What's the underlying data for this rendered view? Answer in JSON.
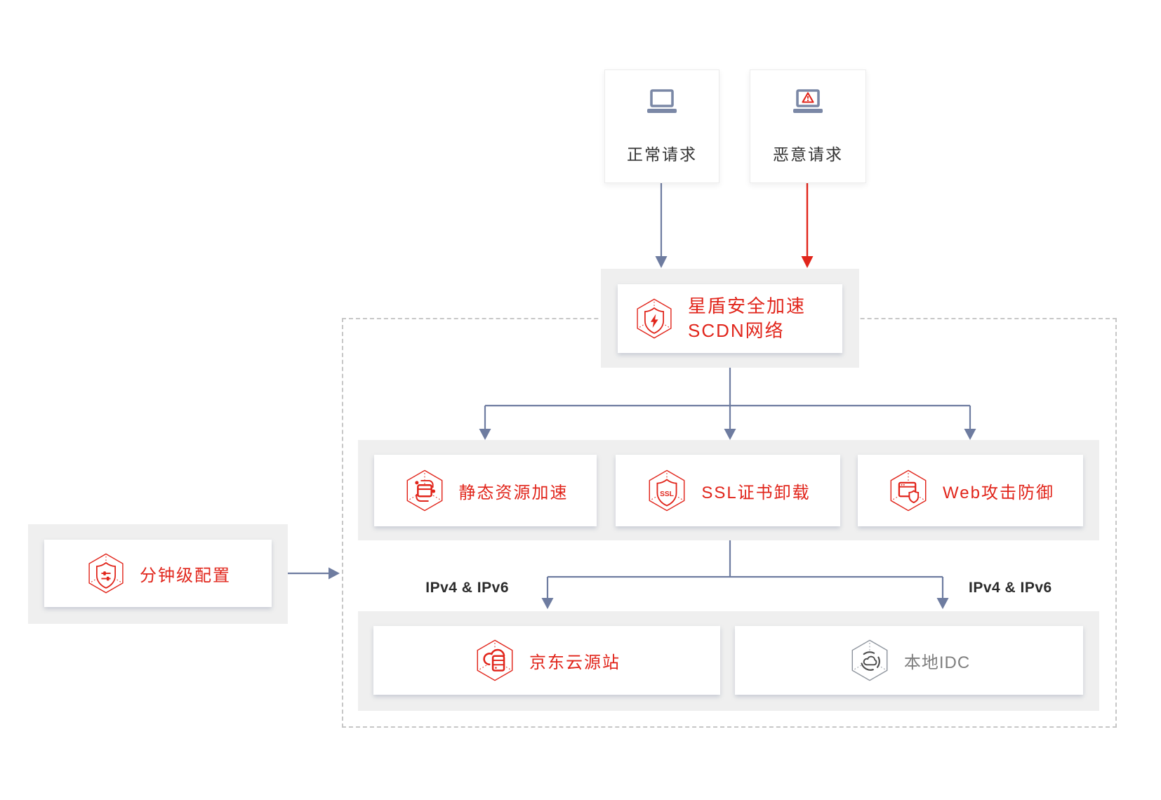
{
  "palette": {
    "accent_red": "#e1251b",
    "arrow_blue_gray": "#6e7ca0",
    "container_gray": "#efefef",
    "boundary_dash_gray": "#c7c7c7",
    "text_dark": "#333333",
    "text_gray": "#7f7f7f",
    "laptop_gray_blue": "#7b88a6"
  },
  "top_nodes": [
    {
      "id": "normal-request",
      "label": "正常请求",
      "icon": "laptop-icon",
      "arrow_color": "#6e7ca0"
    },
    {
      "id": "malicious-request",
      "label": "恶意请求",
      "icon": "laptop-warning-icon",
      "arrow_color": "#e1251b"
    }
  ],
  "scdn_node": {
    "line1": "星盾安全加速",
    "line2": "SCDN网络",
    "icon": "shield-lightning-hexagon-icon"
  },
  "feature_nodes": [
    {
      "id": "static-acceleration",
      "label": "静态资源加速",
      "icon": "static-resource-hexagon-icon"
    },
    {
      "id": "ssl-offload",
      "label": "SSL证书卸载",
      "icon": "ssl-shield-hexagon-icon"
    },
    {
      "id": "web-defense",
      "label": "Web攻击防御",
      "icon": "web-shield-hexagon-icon"
    }
  ],
  "config_node": {
    "id": "minute-config",
    "label": "分钟级配置",
    "icon": "config-shield-hexagon-icon"
  },
  "origin_nodes": [
    {
      "id": "jd-cloud-origin",
      "label": "京东云源站",
      "icon": "cloud-server-hexagon-icon",
      "label_color": "#e1251b"
    },
    {
      "id": "local-idc",
      "label": "本地IDC",
      "icon": "idc-cloud-hexagon-icon",
      "label_color": "#7f7f7f"
    }
  ],
  "annotations": {
    "ipv4_left": "IPv4 & IPv6",
    "ipv4_right": "IPv4 & IPv6"
  },
  "icons": {
    "ssl_badge": "SSL"
  }
}
